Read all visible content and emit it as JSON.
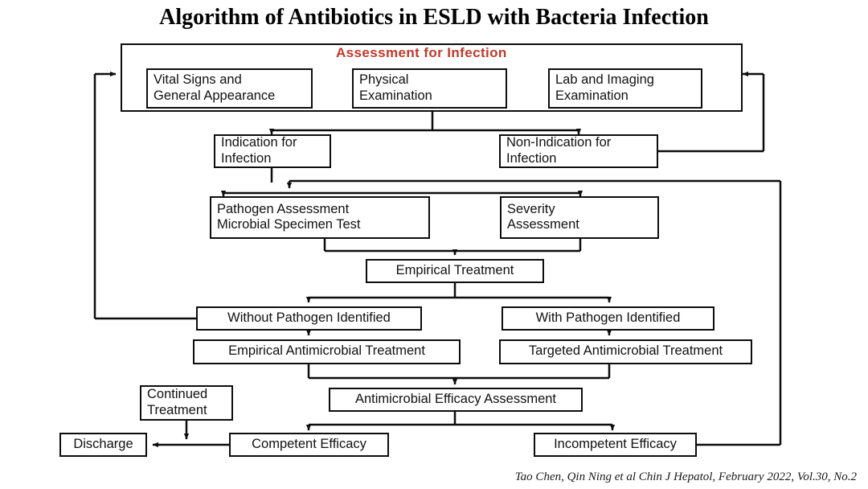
{
  "page": {
    "title": "Algorithm of Antibiotics in ESLD with Bacteria Infection",
    "citation": "Tao Chen, Qin Ning et al Chin J Hepatol, February 2022, Vol.30, No.2",
    "background_color": "#ffffff",
    "line_color": "#0d0d0d",
    "text_color": "#111111",
    "accent_color": "#c0392b"
  },
  "flowchart": {
    "section_label": "Assessment for Infection",
    "nodes": {
      "vital_signs": {
        "line1": "Vital Signs and",
        "line2": "General Appearance"
      },
      "physical_exam": {
        "line1": "Physical",
        "line2": "Examination"
      },
      "lab_imaging": {
        "line1": "Lab and Imaging",
        "line2": "Examination"
      },
      "indication": {
        "line1": "Indication for",
        "line2": "Infection"
      },
      "non_indication": {
        "line1": "Non-Indication for",
        "line2": "Infection"
      },
      "pathogen_assessment": {
        "line1": "Pathogen  Assessment",
        "line2": "Microbial Specimen Test"
      },
      "severity_assessment": {
        "line1": "Severity",
        "line2": "Assessment"
      },
      "empirical_treatment": {
        "line1": "Empirical Treatment"
      },
      "without_pathogen": {
        "line1": "Without Pathogen Identified"
      },
      "with_pathogen": {
        "line1": "With Pathogen Identified"
      },
      "empirical_antimicrobial": {
        "line1": "Empirical Antimicrobial Treatment"
      },
      "targeted_antimicrobial": {
        "line1": "Targeted Antimicrobial Treatment"
      },
      "efficacy_assessment": {
        "line1": "Antimicrobial Efficacy Assessment"
      },
      "continued_treatment": {
        "line1": "Continued",
        "line2": "Treatment"
      },
      "competent_efficacy": {
        "line1": "Competent Efficacy"
      },
      "incompetent_efficacy": {
        "line1": "Incompetent Efficacy"
      },
      "discharge": {
        "line1": "Discharge"
      }
    }
  }
}
